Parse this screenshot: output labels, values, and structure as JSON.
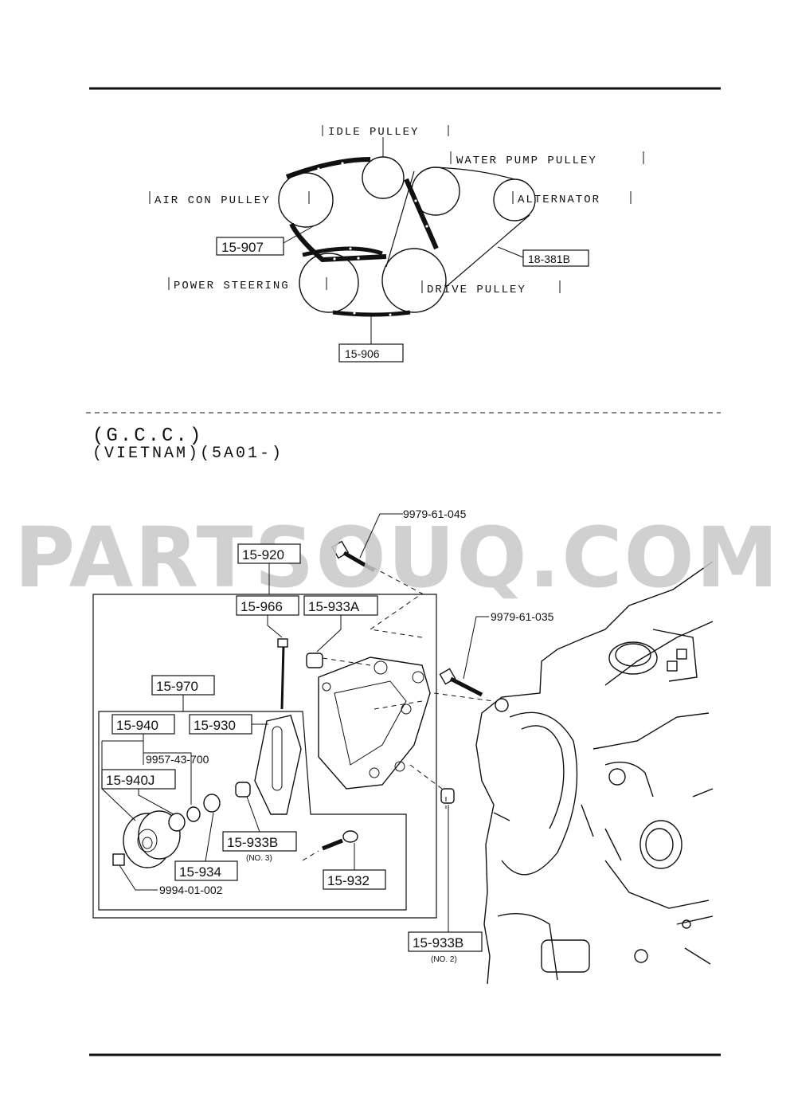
{
  "belt_diagram": {
    "labels": {
      "idle_pulley": "IDLE PULLEY",
      "water_pump_pulley": "WATER PUMP PULLEY",
      "air_con_pulley": "AIR CON PULLEY",
      "alternator": "ALTERNATOR",
      "power_steering": "POWER STEERING",
      "drive_pulley": "DRIVE PULLEY"
    },
    "part_numbers": {
      "belt_aircon": "15-907",
      "belt_alternator": "18-381B",
      "belt_ps": "15-906"
    }
  },
  "section": {
    "region": "(G.C.C.)",
    "market": "(VIETNAM)(5A01-)"
  },
  "watermark": "PARTSOUQ.COM",
  "assembly_parts": {
    "p15_920": "15-920",
    "p15_966": "15-966",
    "p15_933A": "15-933A",
    "p15_970": "15-970",
    "p15_940": "15-940",
    "p15_930": "15-930",
    "p9957_43_700": "9957-43-700",
    "p15_940J": "15-940J",
    "p15_933B": "15-933B",
    "no3": "(NO. 3)",
    "p15_934": "15-934",
    "p15_932": "15-932",
    "p9994_01_002": "9994-01-002",
    "p15_933B_2": "15-933B",
    "no2": "(NO. 2)",
    "p9979_61_045": "9979-61-045",
    "p9979_61_035": "9979-61-035"
  }
}
